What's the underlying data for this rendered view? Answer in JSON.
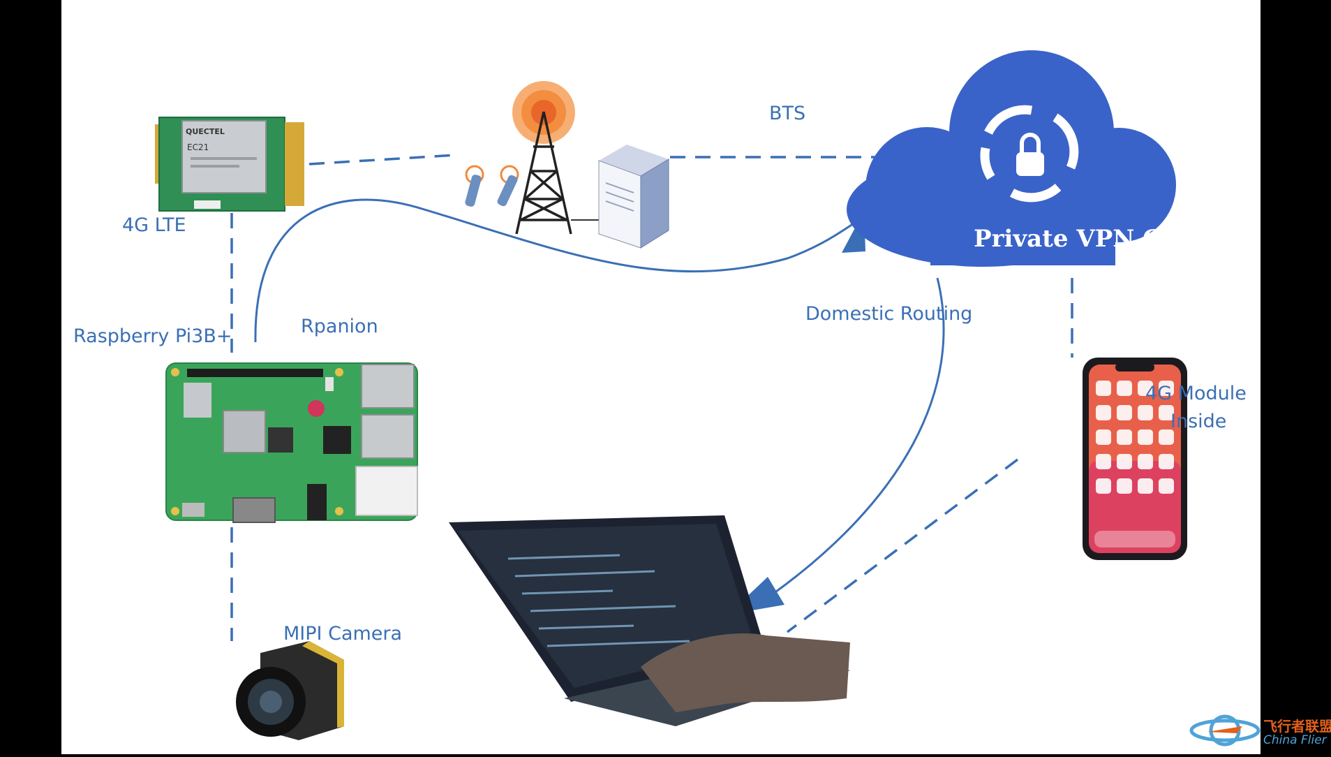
{
  "labels": {
    "bts": "BTS",
    "lte": "4G LTE",
    "rpi": "Raspberry Pi3B+",
    "rpanion": "Rpanion",
    "camera": "MIPI Camera",
    "routing": "Domestic Routing",
    "module_line1": "4G Module",
    "module_line2": "Inside",
    "cloud": "Private VPN Cloud",
    "modem_brand": "QUECTEL",
    "modem_model": "EC21"
  },
  "watermark": {
    "chinese": "飞行者联盟",
    "english": "China Flier"
  },
  "colors": {
    "accent": "#3a6fb5",
    "cloud": "#3a63c9",
    "pcb": "#3aa55a",
    "phone_screen": "#e8604a"
  },
  "icons": [
    "lte-modem-icon",
    "cell-tower-icon",
    "server-icon",
    "vpn-cloud-icon",
    "lock-icon",
    "raspberry-pi-icon",
    "camera-icon",
    "laptop-icon",
    "smartphone-icon",
    "watermark-logo-icon"
  ]
}
